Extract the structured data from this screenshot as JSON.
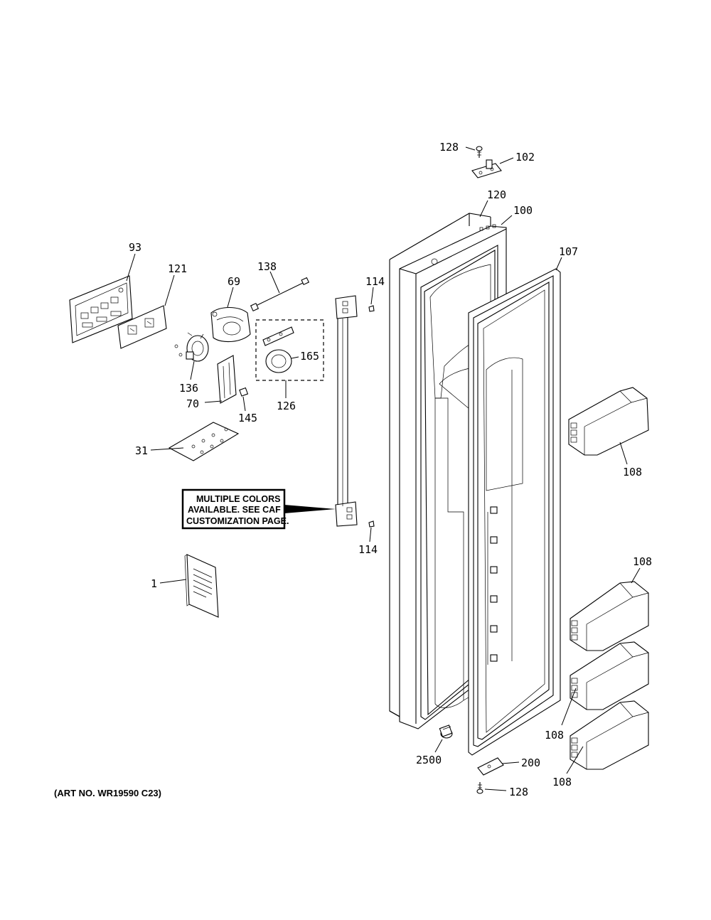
{
  "labels": {
    "p128_top": "128",
    "p102": "102",
    "p120": "120",
    "p100": "100",
    "p107": "107",
    "p93": "93",
    "p121": "121",
    "p138": "138",
    "p69": "69",
    "p114_top": "114",
    "p165": "165",
    "p136": "136",
    "p70": "70",
    "p145": "145",
    "p126": "126",
    "p31": "31",
    "p108_a": "108",
    "p108_b": "108",
    "p108_c": "108",
    "p108_d": "108",
    "p114_bottom": "114",
    "p1": "1",
    "p2500": "2500",
    "p200": "200",
    "p128_bottom": "128"
  },
  "note": {
    "line1": "MULTIPLE COLORS",
    "line2": "AVAILABLE. SEE CAF",
    "line3": "CUSTOMIZATION PAGE."
  },
  "art_number": "(ART NO. WR19590 C23)"
}
